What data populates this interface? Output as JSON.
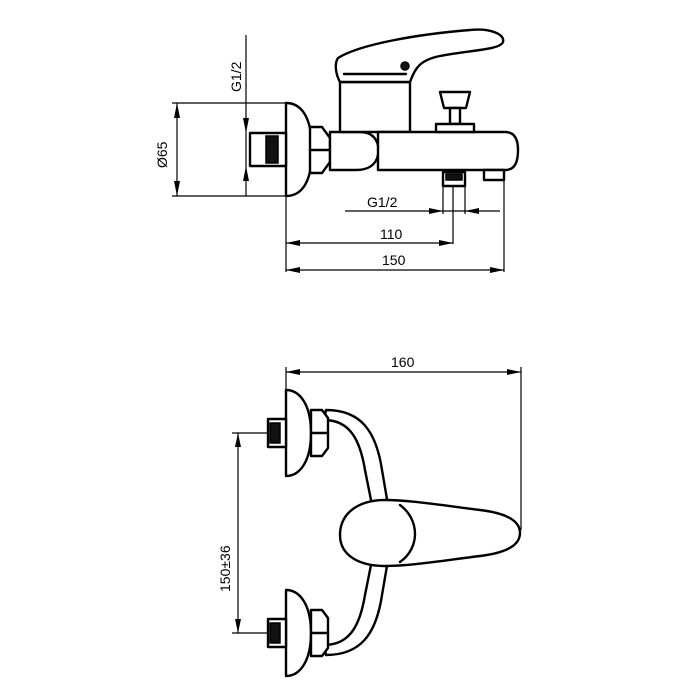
{
  "diagram": {
    "side_view": {
      "thread_vertical": "G1/2",
      "diameter": "Ø65",
      "thread_horizontal": "G1/2",
      "dim_110": "110",
      "dim_150": "150"
    },
    "top_view": {
      "dim_160": "160",
      "dim_centers": "150±36"
    }
  }
}
